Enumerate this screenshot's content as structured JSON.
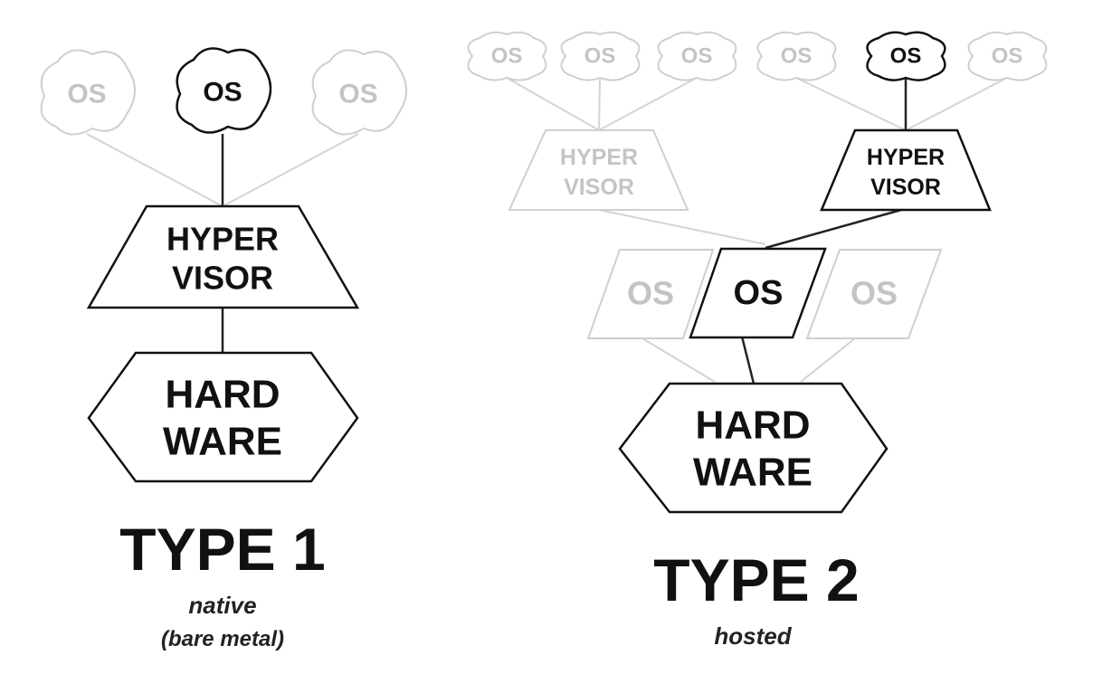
{
  "type1": {
    "title": "TYPE 1",
    "subtitle": "native",
    "subtitle2": "(bare metal)",
    "guest_os": [
      "OS",
      "OS",
      "OS"
    ],
    "hypervisor": [
      "HYPER",
      "VISOR"
    ],
    "hardware": [
      "HARD",
      "WARE"
    ]
  },
  "type2": {
    "title": "TYPE 2",
    "subtitle": "hosted",
    "guest_os": [
      "OS",
      "OS",
      "OS",
      "OS",
      "OS",
      "OS"
    ],
    "hypervisors": [
      [
        "HYPER",
        "VISOR"
      ],
      [
        "HYPER",
        "VISOR"
      ]
    ],
    "host_os": [
      "OS",
      "OS",
      "OS"
    ],
    "hardware": [
      "HARD",
      "WARE"
    ]
  },
  "colors": {
    "active": "#111111",
    "faded": "#cfcfcf",
    "background": "#ffffff"
  }
}
